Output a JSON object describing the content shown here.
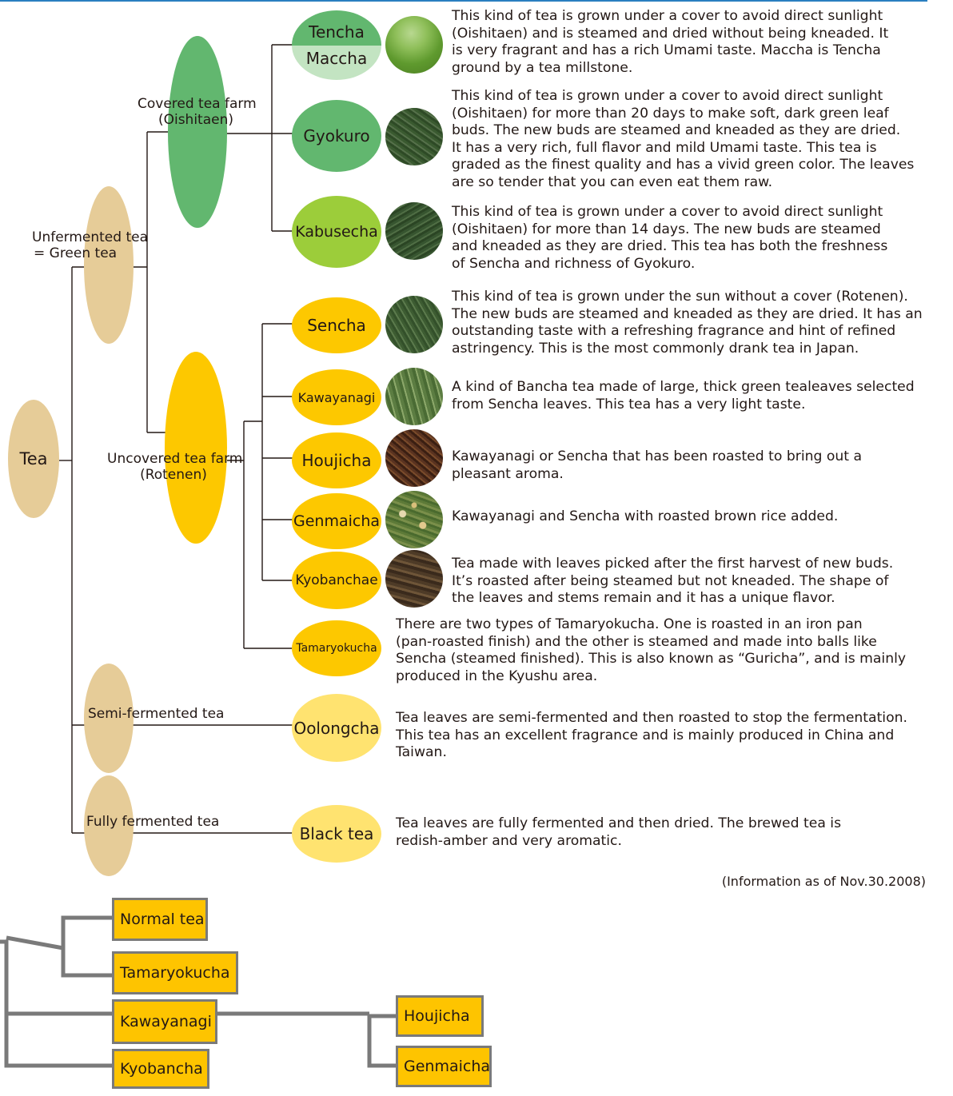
{
  "colors": {
    "tan": "#e6cc98",
    "green": "#62b76f",
    "light_green": "#c3e4c2",
    "lime": "#9ccd3a",
    "yellow": "#fdc800",
    "pale_yellow": "#ffe370",
    "box_fill": "#fec400",
    "box_border": "#7a7a7a",
    "line": "#231815",
    "accent_rule": "#2a7fc0"
  },
  "tree": {
    "root": "Tea",
    "unfermented": [
      "Unfermented tea",
      "= Green tea"
    ],
    "covered_farm": [
      "Covered tea farm",
      "(Oishitaen)"
    ],
    "uncovered_farm": [
      "Uncovered tea farm",
      "(Rotenen)"
    ],
    "semi_fermented": "Semi-fermented tea",
    "fully_fermented": "Fully fermented tea"
  },
  "teas": [
    {
      "id": "tencha",
      "name": "Tencha",
      "name2": "Maccha",
      "thumb": "matcha-powder",
      "desc": [
        "This kind of tea is grown under a cover to avoid direct sunlight",
        " (Oishitaen) and is steamed and dried without being kneaded. It",
        "is very fragrant and has a rich Umami taste. Maccha is Tencha",
        "ground by a tea millstone."
      ]
    },
    {
      "id": "gyokuro",
      "name": "Gyokuro",
      "thumb": "dark-green-needles",
      "desc": [
        "This kind of tea is grown under a cover to avoid direct sunlight",
        "(Oishitaen) for more than 20 days to make soft, dark green leaf",
        "buds. The new buds are steamed and kneaded as they are dried.",
        "It has a very rich, full flavor and mild Umami taste. This tea is",
        "graded as the finest quality and has a vivid green color. The leaves",
        "are so tender that you can even eat them raw."
      ]
    },
    {
      "id": "kabusecha",
      "name": "Kabusecha",
      "thumb": "dark-green-needles",
      "desc": [
        "This kind of tea is grown under a cover to avoid direct sunlight",
        " (Oishitaen) for more than 14 days. The new buds are steamed",
        "and kneaded as they are dried. This tea has both the freshness",
        "of Sencha and richness of Gyokuro."
      ]
    },
    {
      "id": "sencha",
      "name": "Sencha",
      "thumb": "green-needles",
      "desc": [
        "This kind of tea is grown under the sun without a cover (Rotenen).",
        "The new buds are steamed and kneaded as they are dried. It has an",
        "outstanding taste with a refreshing fragrance and hint of refined",
        "astringency. This is the most commonly drank tea in Japan."
      ]
    },
    {
      "id": "kawayanagi",
      "name": "Kawayanagi",
      "thumb": "large-green-leaves",
      "desc": [
        "A kind of Bancha tea made of large, thick green tealeaves selected",
        "from Sencha leaves. This tea has a very light taste."
      ]
    },
    {
      "id": "houjicha",
      "name": "Houjicha",
      "thumb": "roasted-brown-leaves",
      "desc": [
        "Kawayanagi or Sencha that has been roasted to bring out a",
        "pleasant aroma."
      ]
    },
    {
      "id": "genmaicha",
      "name": "Genmaicha",
      "thumb": "leaves-with-rice",
      "desc": [
        "Kawayanagi and Sencha with roasted brown rice added."
      ]
    },
    {
      "id": "kyobanchae",
      "name": "Kyobanchae",
      "thumb": "roasted-large-leaves",
      "desc": [
        "Tea made with leaves picked after the first harvest of new buds.",
        "It’s roasted after being steamed but not kneaded. The shape of",
        "the leaves and stems remain and it has a unique flavor."
      ]
    },
    {
      "id": "tamaryokucha",
      "name": "Tamaryokucha",
      "desc": [
        "There are two types of Tamaryokucha. One is roasted in an iron pan",
        "(pan-roasted finish) and the other is steamed and made into balls like",
        "Sencha (steamed finished). This is also known as “Guricha”, and is mainly",
        "produced in the Kyushu area."
      ]
    },
    {
      "id": "oolongcha",
      "name": "Oolongcha",
      "desc": [
        "Tea leaves are semi-fermented and then roasted to stop the fermentation.",
        "This tea has an excellent fragrance and is mainly produced in China and",
        "Taiwan."
      ]
    },
    {
      "id": "black-tea",
      "name": "Black tea",
      "desc": [
        "Tea leaves are fully fermented and then dried. The brewed tea is",
        "redish-amber and very aromatic."
      ]
    }
  ],
  "note": "(Information as of Nov.30.2008)",
  "boxes": {
    "normal_tea": "Normal tea",
    "tamaryokucha": "Tamaryokucha",
    "kawayanagi": "Kawayanagi",
    "kyobancha": "Kyobancha",
    "houjicha": "Houjicha",
    "genmaicha": "Genmaicha"
  }
}
